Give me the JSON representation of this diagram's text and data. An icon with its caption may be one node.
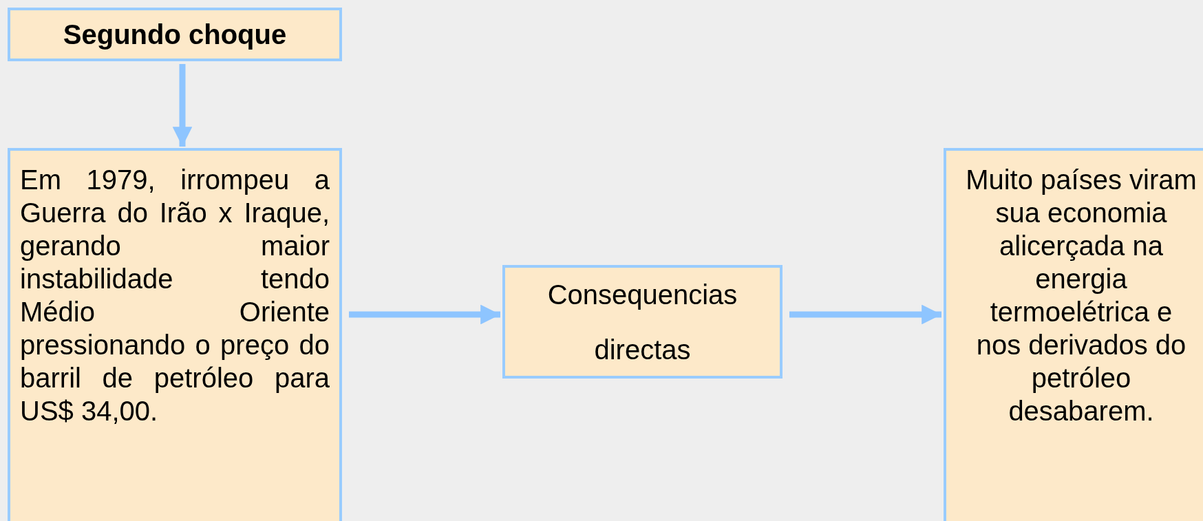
{
  "diagram": {
    "nodes": [
      {
        "text": [
          "Segundo choque"
        ]
      },
      {
        "text": [
          "Em 1979, irrompeu a Guerra do Irão x Iraque, gerando maior instabilidade tendo Médio Oriente pressionando o preço do barril de petróleo para US$ 34,00."
        ]
      },
      {
        "text": [
          "Consequencias directas"
        ]
      },
      {
        "text": [
          "Muito países viram sua economia alicerçada na energia termoelétrica e nos derivados do petróleo desabarem."
        ]
      }
    ],
    "edges": [
      {
        "from": 0,
        "to": 1,
        "arrow": "to"
      },
      {
        "from": 1,
        "to": 2,
        "arrow": "to"
      },
      {
        "from": 2,
        "to": 3,
        "arrow": "to"
      }
    ]
  }
}
